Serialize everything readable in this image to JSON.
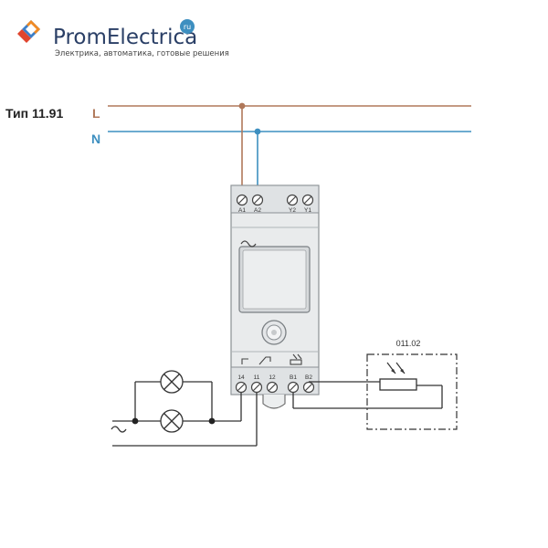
{
  "logo": {
    "brand": "PromElectrica",
    "badge": "ru",
    "tagline": "Электрика, автоматика, готовые решения"
  },
  "diagram": {
    "type_label": "Тип 11.91",
    "line_L": "L",
    "line_N": "N",
    "top_terminals": [
      "A1",
      "A2",
      "Y2",
      "Y1"
    ],
    "bottom_terminals": [
      "14",
      "11",
      "12",
      "B1",
      "B2"
    ],
    "sensor_label": "011.02"
  },
  "colors": {
    "L": "#b0785a",
    "N": "#3d8fc0",
    "wire": "#333333",
    "device_fill": "#e9ebec",
    "device_stroke": "#8a8f93"
  }
}
